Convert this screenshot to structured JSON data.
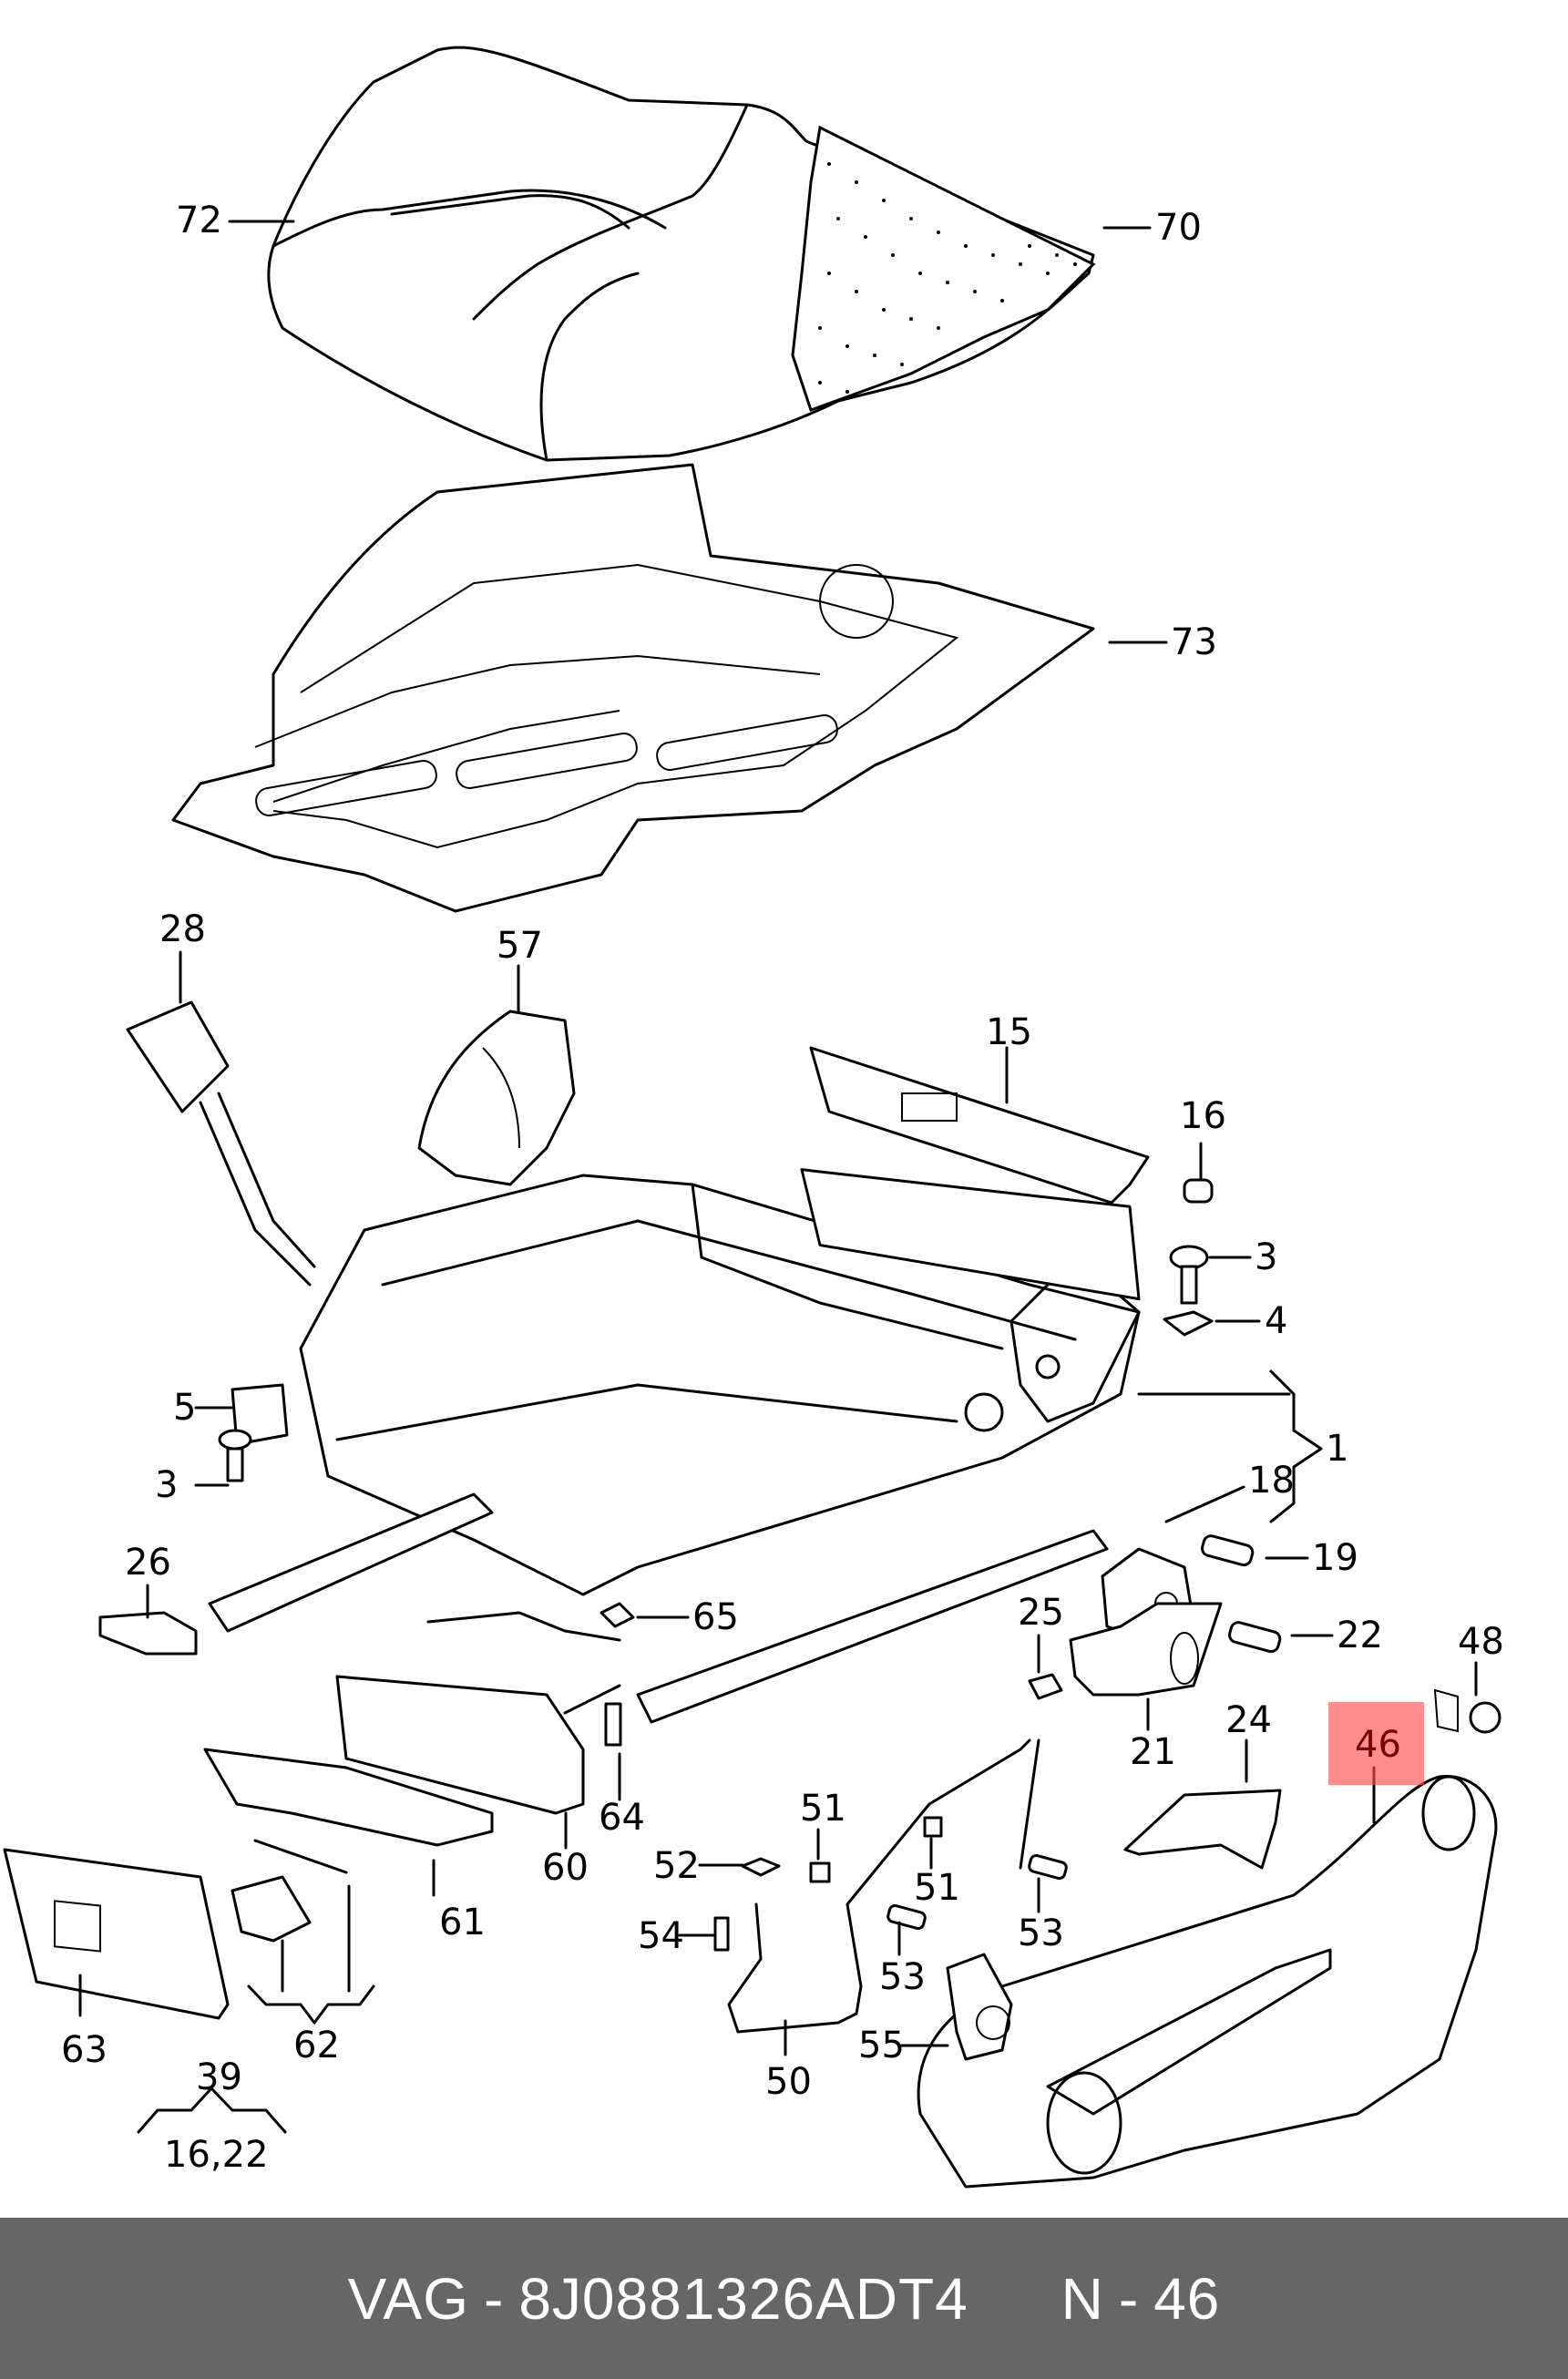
{
  "diagram": {
    "title": "Seat frame exploded parts diagram",
    "highlight_color": "#ff8080",
    "highlighted_part": "46",
    "labels": {
      "p72": "72",
      "p70": "70",
      "p73": "73",
      "p28": "28",
      "p57": "57",
      "p15": "15",
      "p16": "16",
      "p3a": "3",
      "p4": "4",
      "p1": "1",
      "p18": "18",
      "p19": "19",
      "p5": "5",
      "p3b": "3",
      "p26": "26",
      "p65": "65",
      "p25": "25",
      "p22": "22",
      "p48": "48",
      "p21": "21",
      "p24": "24",
      "p46": "46",
      "p64": "64",
      "p60": "60",
      "p61": "61",
      "p51a": "51",
      "p51b": "51",
      "p52": "52",
      "p53a": "53",
      "p53b": "53",
      "p54": "54",
      "p55": "55",
      "p50": "50",
      "p63": "63",
      "p62": "62",
      "p39": "39",
      "p1622": "16,22"
    }
  },
  "banner": {
    "brand": "VAG",
    "separator": "-",
    "part_number": "8J0881326ADT4",
    "position_prefix": "N",
    "position_separator": "-",
    "position_number": "46",
    "background": "#666666"
  }
}
